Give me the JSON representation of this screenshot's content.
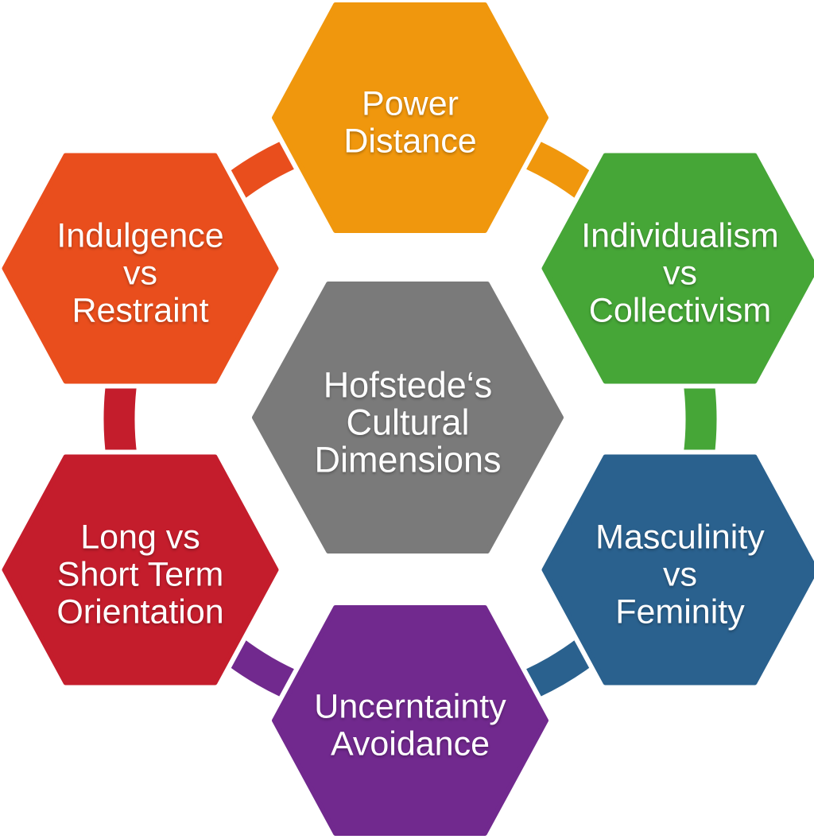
{
  "page": {
    "background": "#FFFFFF"
  },
  "diagram": {
    "type": "hexagon-cycle",
    "title": "Hofstede’s Cultural Dimensions",
    "text_color": "#FFFFFF",
    "center_node": {
      "id": "hofstedes-cultural-dimensions",
      "label": "Hofstede‘s Cultural Dimensions",
      "lines": [
        "Hofstede‘s",
        "Cultural",
        "Dimensions"
      ],
      "color": "#7A7A7A"
    },
    "nodes": [
      {
        "id": "power-distance",
        "label": "Power Distance",
        "lines": [
          "Power",
          "Distance"
        ],
        "color": "#F0970D",
        "position": "top"
      },
      {
        "id": "individualism-vs-collectivism",
        "label": "Individualism vs Collectivism",
        "lines": [
          "Individualism",
          "vs",
          "Collectivism"
        ],
        "color": "#46A637",
        "position": "top-right"
      },
      {
        "id": "masculinity-vs-feminity",
        "label": "Masculinity vs Feminity",
        "lines": [
          "Masculinity",
          "vs",
          "Feminity"
        ],
        "color": "#2A618E",
        "position": "bottom-right"
      },
      {
        "id": "uncerntainty-avoidance",
        "label": "Uncerntainty Avoidance",
        "lines": [
          "Uncerntainty",
          "Avoidance"
        ],
        "color": "#71298E",
        "position": "bottom"
      },
      {
        "id": "long-vs-short-term-orientation",
        "label": "Long vs Short Term Orientation",
        "lines": [
          "Long vs",
          "Short Term",
          "Orientation"
        ],
        "color": "#C41D2C",
        "position": "bottom-left"
      },
      {
        "id": "indulgence-vs-restraint",
        "label": "Indulgence vs Restraint",
        "lines": [
          "Indulgence",
          "vs",
          "Restraint"
        ],
        "color": "#E94E1D",
        "position": "top-left"
      }
    ],
    "connectors": [
      {
        "from": "power-distance",
        "to": "individualism-vs-collectivism",
        "color": "#F0970D"
      },
      {
        "from": "individualism-vs-collectivism",
        "to": "masculinity-vs-feminity",
        "color": "#46A637"
      },
      {
        "from": "masculinity-vs-feminity",
        "to": "uncerntainty-avoidance",
        "color": "#2A618E"
      },
      {
        "from": "uncerntainty-avoidance",
        "to": "long-vs-short-term-orientation",
        "color": "#71298E"
      },
      {
        "from": "long-vs-short-term-orientation",
        "to": "indulgence-vs-restraint",
        "color": "#C41D2C"
      },
      {
        "from": "indulgence-vs-restraint",
        "to": "power-distance",
        "color": "#E94E1D"
      }
    ]
  }
}
